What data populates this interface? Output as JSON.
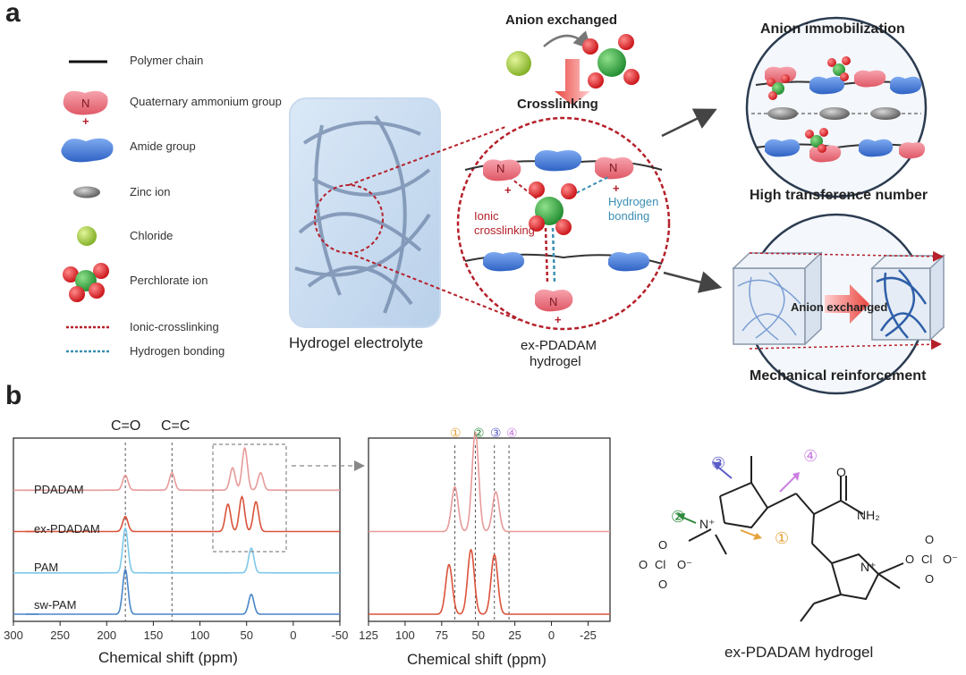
{
  "panel_a": {
    "letter": "a",
    "legend": {
      "polymer_chain": "Polymer chain",
      "quaternary_ammonium": "Quaternary ammonium group",
      "amide": "Amide group",
      "zinc": "Zinc ion",
      "chloride": "Chloride",
      "perchlorate": "Perchlorate ion",
      "ionic_crosslinking": "Ionic-crosslinking",
      "hydrogen_bonding": "Hydrogen bonding"
    },
    "n_symbol": "N",
    "plus_symbol": "+",
    "hydrogel_electrolyte": "Hydrogel electrolyte",
    "anion_exchanged_top": "Anion exchanged",
    "crosslinking": "Crosslinking",
    "ionic_crosslinking_label": "Ionic crosslinking",
    "hydrogen_bonding_label": "Hydrogen bonding",
    "ex_pdadam_hydrogel_1": "ex-PDADAM",
    "ex_pdadam_hydrogel_2": "hydrogel",
    "anion_immobilization": "Anion immobilization",
    "high_transference": "High transference number",
    "anion_exchanged_box": "Anion exchanged",
    "mechanical_reinforcement": "Mechanical reinforcement",
    "colors": {
      "ammonium": "#e8707f",
      "amide": "#4a7fd6",
      "chloride": "#9cc83c",
      "perchlorate_center": "#3fae49",
      "perchlorate_o": "#e02424",
      "ionic": "#b5202a",
      "hbond": "#3b8fb3"
    }
  },
  "panel_b": {
    "letter": "b",
    "label_co": "C=O",
    "label_cc": "C=C",
    "spectra": {
      "pdadam": "PDADAM",
      "ex_pdadam": "ex-PDADAM",
      "pam": "PAM",
      "sw_pam": "sw-PAM"
    },
    "xlabel": "Chemical shift (ppm)",
    "markers": [
      "①",
      "②",
      "③",
      "④"
    ],
    "structure_name": "ex-PDADAM hydrogel",
    "chem": {
      "n_plus": "N⁺",
      "nh2": "NH₂",
      "o": "O",
      "cl": "Cl",
      "o_minus": "O⁻"
    }
  },
  "chart_data": [
    {
      "type": "line",
      "xlabel": "Chemical shift (ppm)",
      "xlim": [
        300,
        -50
      ],
      "xticks": [
        300,
        250,
        200,
        150,
        100,
        50,
        0,
        -50
      ],
      "reference_lines": [
        {
          "label": "C=O",
          "x": 180
        },
        {
          "label": "C=C",
          "x": 130
        }
      ],
      "series": [
        {
          "name": "PDADAM",
          "color": "#e89a9a",
          "peaks": [
            [
              180,
              0.3
            ],
            [
              130,
              0.35
            ],
            [
              65,
              0.45
            ],
            [
              52,
              0.85
            ],
            [
              35,
              0.35
            ]
          ]
        },
        {
          "name": "ex-PDADAM",
          "color": "#d9533a",
          "peaks": [
            [
              180,
              0.3
            ],
            [
              70,
              0.55
            ],
            [
              55,
              0.7
            ],
            [
              40,
              0.6
            ]
          ]
        },
        {
          "name": "PAM",
          "color": "#7ec8e8",
          "peaks": [
            [
              180,
              0.9
            ],
            [
              45,
              0.5
            ]
          ]
        },
        {
          "name": "sw-PAM",
          "color": "#4a86c8",
          "peaks": [
            [
              180,
              0.9
            ],
            [
              45,
              0.4
            ]
          ]
        }
      ]
    },
    {
      "type": "line",
      "xlabel": "Chemical shift (ppm)",
      "xlim": [
        125,
        -40
      ],
      "xticks": [
        125,
        100,
        75,
        50,
        25,
        0,
        -25
      ],
      "reference_lines": [
        {
          "label": "①",
          "x": 66
        },
        {
          "label": "②",
          "x": 52
        },
        {
          "label": "③",
          "x": 39
        },
        {
          "label": "④",
          "x": 29
        }
      ],
      "series": [
        {
          "name": "PDADAM",
          "color": "#e89a9a",
          "peaks": [
            [
              66,
              0.45
            ],
            [
              52,
              1.0
            ],
            [
              38,
              0.4
            ]
          ]
        },
        {
          "name": "ex-PDADAM",
          "color": "#d9533a",
          "peaks": [
            [
              70,
              0.5
            ],
            [
              55,
              0.65
            ],
            [
              39,
              0.6
            ]
          ]
        }
      ]
    }
  ]
}
